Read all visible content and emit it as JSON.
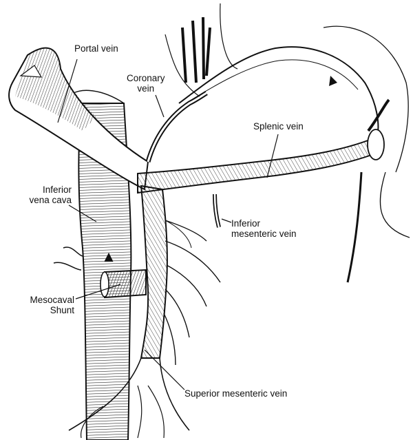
{
  "labels": {
    "portal_vein": "Portal vein",
    "coronary_vein": [
      "Coronary",
      "vein"
    ],
    "splenic_vein": "Splenic vein",
    "inferior_vena_cava": [
      "Inferior",
      "vena cava"
    ],
    "inferior_mesenteric_vein": [
      "Inferior",
      "mesenteric vein"
    ],
    "mesocaval_shunt": [
      "Mesocaval",
      "Shunt"
    ],
    "superior_mesenteric_vein": "Superior mesenteric vein"
  },
  "colors": {
    "ink": "#111111",
    "paper": "#ffffff"
  }
}
